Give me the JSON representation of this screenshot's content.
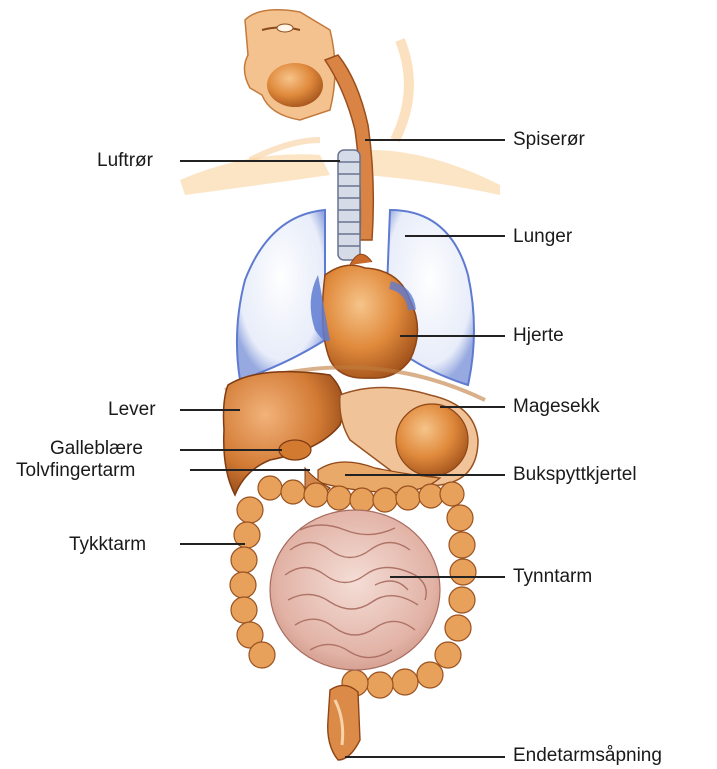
{
  "diagram": {
    "labels": {
      "luftror": "Luftrør",
      "spiseror": "Spiserør",
      "lunger": "Lunger",
      "hjerte": "Hjerte",
      "lever": "Lever",
      "magesekk": "Magesekk",
      "galleblaere": "Galleblære",
      "tolvfingertarm": "Tolvfingertarm",
      "bukspyttkjertel": "Bukspyttkjertel",
      "tykktarm": "Tykktarm",
      "tynntarm": "Tynntarm",
      "endetarmsapning": "Endetarmsåpning"
    }
  }
}
